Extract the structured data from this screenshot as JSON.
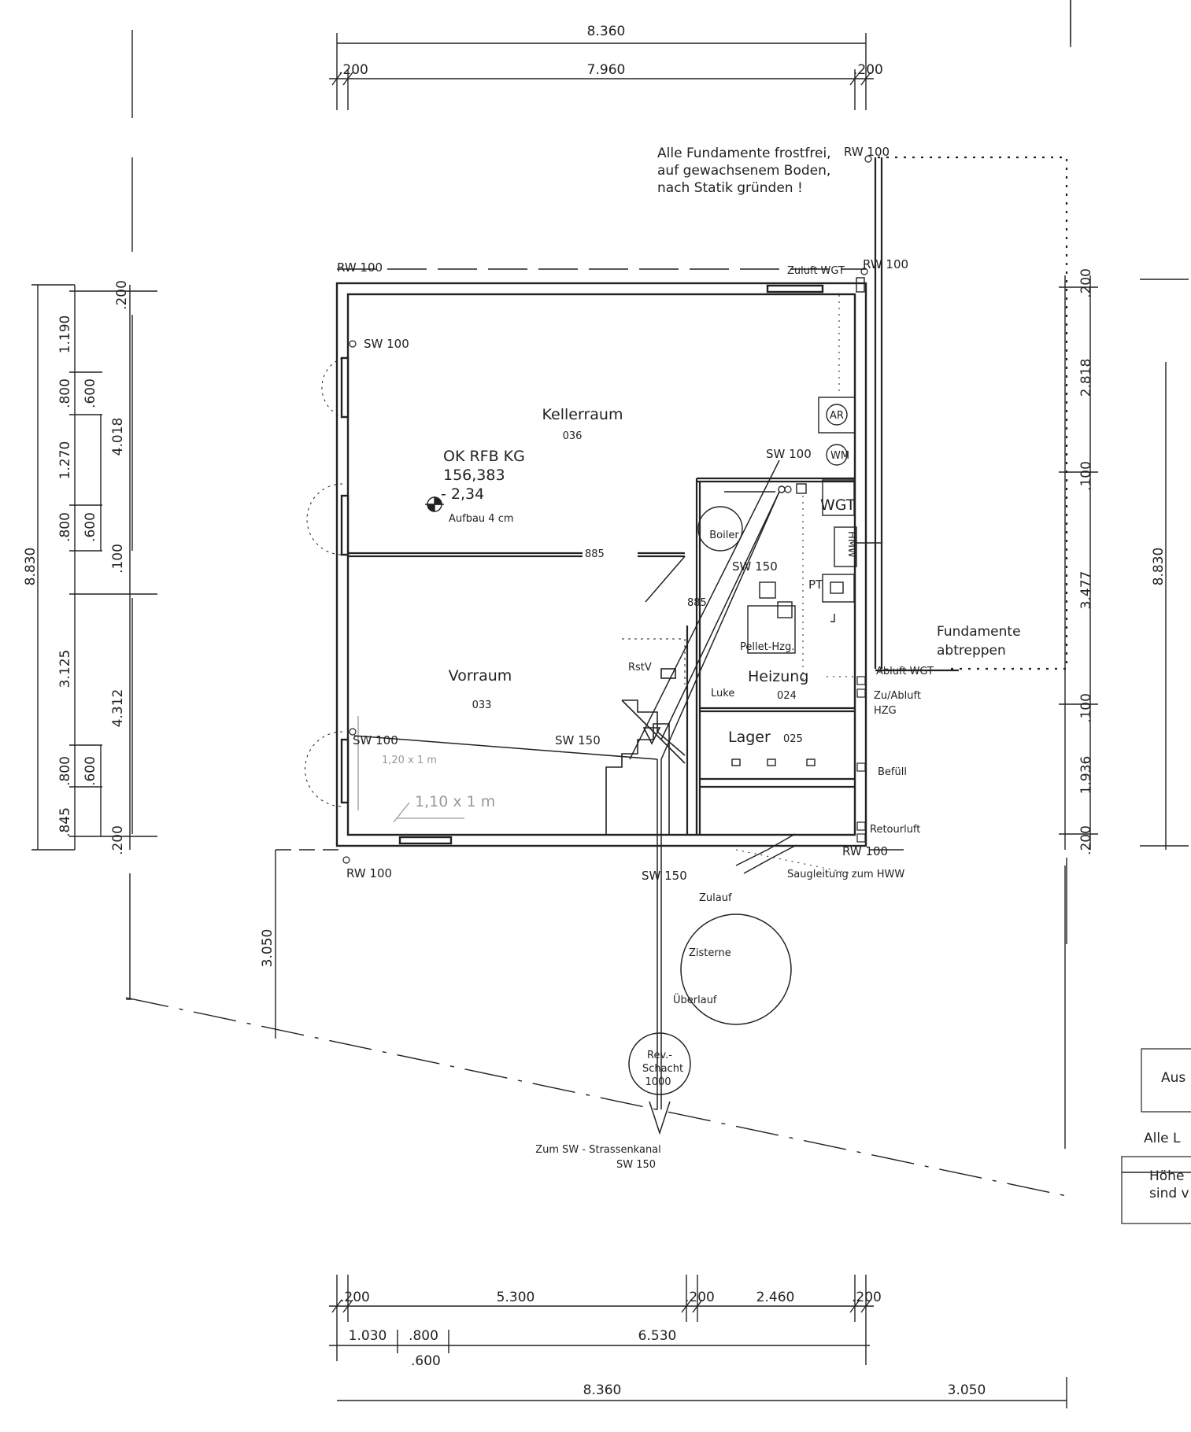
{
  "dims": {
    "top_total": "8.360",
    "top_left": ".200",
    "top_mid": "7.960",
    "top_right": ".200",
    "bot_1a": ".200",
    "bot_1b": "5.300",
    "bot_1c": ".200",
    "bot_1d": "2.460",
    "bot_1e": ".200",
    "bot_2a": "1.030",
    "bot_2b": ".800",
    "bot_2c": "6.530",
    "bot_2d": ".600",
    "bot_3a": "8.360",
    "bot_3b": "3.050",
    "left_total": "8.830",
    "l1": ".200",
    "l2": "1.190",
    "l3": ".800",
    "l4": ".600",
    "l5": "1.270",
    "l6": ".800",
    "l7": ".600",
    "l8": ".100",
    "l9": "3.125",
    "l10": ".800",
    "l11": ".600",
    "l12": ".845",
    "l13": ".200",
    "l14": "4.018",
    "l15": "4.312",
    "r1": ".200",
    "r2": "2.818",
    "r3": ".100",
    "r4": "3.477",
    "r5": ".100",
    "r6": "1.936",
    "r7": ".200",
    "right_total": "8.830",
    "c3050": "3.050"
  },
  "notes": {
    "foundation_1": "Alle Fundamente frostfrei,",
    "foundation_2": "auf gewachsenem Boden,",
    "foundation_3": "nach Statik gründen !",
    "abtreppen_1": "Fundamente",
    "abtreppen_2": "abtreppen"
  },
  "rooms": {
    "keller": "Kellerraum",
    "keller_no": "036",
    "okrfb": "OK RFB KG",
    "okrfb_val": "156,383",
    "okrfb_val2": "- 2,34",
    "aufbau": "Aufbau 4 cm",
    "vorraum": "Vorraum",
    "vorraum_no": "033",
    "heizung": "Heizung",
    "heizung_no": "024",
    "lager": "Lager",
    "lager_no": "025"
  },
  "labels": {
    "rw100_tl": "RW 100",
    "rw100_top": "RW 100",
    "rw100_r": "RW 100",
    "rw100_bl": "RW 100",
    "rw100_br": "RW 100",
    "sw100_a": "SW 100",
    "sw100_b": "SW 100",
    "sw100_c": "SW 100",
    "sw150_a": "SW 150",
    "sw150_b": "SW 150",
    "sw150_c": "SW 150",
    "zuluft": "Zuluft WGT",
    "abluft": "Abluft WGT",
    "zuabluft": "Zu/Abluft",
    "hzg": "HZG",
    "befuell": "Befüll",
    "retourluft": "Retourluft",
    "saug": "Saugleitung zum HWW",
    "zulauf": "Zulauf",
    "zisterne": "Zisterne",
    "ueberlauf": "Überlauf",
    "rev1": "Rev.-",
    "rev2": "Schacht",
    "rev3": "1000",
    "kanal1": "Zum SW - Strassenkanal",
    "kanal2": "SW 150",
    "boiler": "Boiler",
    "wgt": "WGT",
    "wm": "WM",
    "ar": "AR",
    "hmw": "HMW",
    "pt": "PT",
    "pellet": "Pellet-Hzg.",
    "rstv": "RstV",
    "luke": "Luke",
    "d885a": "885",
    "d885b": "885",
    "hand1": "1,20 x 1 m",
    "hand2": "1,10 x 1 m"
  },
  "side_boxes": {
    "box1": "Aus",
    "line1": "Alle L",
    "box2a": "Höhe",
    "box2b": "sind v"
  }
}
